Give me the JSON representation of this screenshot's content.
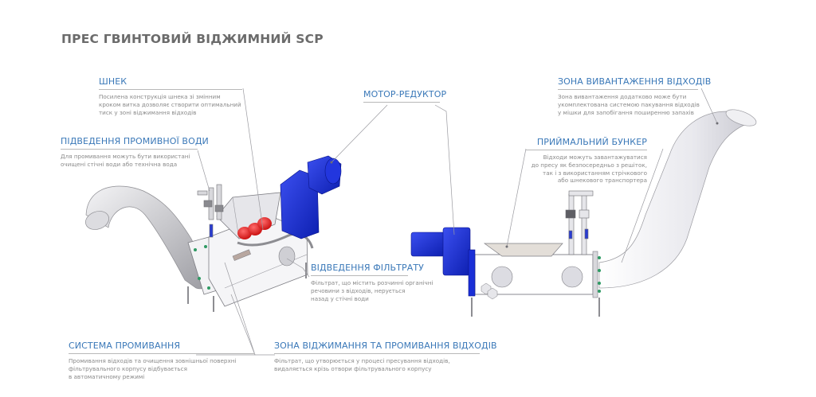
{
  "title": "ПРЕС ГВИНТОВИЙ ВІДЖИМНИЙ SCP",
  "colors": {
    "heading": "#3a78b8",
    "title": "#6b6b6b",
    "body_text": "#8a8a8a",
    "leader_line": "#9a9a9a",
    "motor": "#1a2fd6",
    "screw": "#e01818",
    "steel": "#d9d9dc"
  },
  "callouts": {
    "shnek": {
      "heading": "ШНЕК",
      "lines": [
        "Посилена конструкція шнека зі змінним",
        "кроком витка дозволяє створити оптимальний",
        "тиск у зоні віджимання відходів"
      ]
    },
    "water_supply": {
      "heading": "ПІДВЕДЕННЯ ПРОМИВНОЇ ВОДИ",
      "lines": [
        "Для промивання можуть бути використані",
        "очищені стічні води або технічна вода"
      ]
    },
    "motor": {
      "heading": "МОТОР-РЕДУКТОР"
    },
    "filtrate": {
      "heading": "ВІДВЕДЕННЯ ФІЛЬТРАТУ",
      "lines": [
        "Фільтрат, що містить розчинні органічні",
        "речовини з відходів, нерується",
        "назад у стічні води"
      ]
    },
    "washing_system": {
      "heading": "СИСТЕМА ПРОМИВАННЯ",
      "lines": [
        "Промивання відходів та очищення зовнішньої поверхні",
        "фільтрувального корпусу відбувається",
        "в автоматичному режимі"
      ]
    },
    "press_zone": {
      "heading": "ЗОНА ВІДЖИМАННЯ ТА ПРОМИВАННЯ ВІДХОДІВ",
      "lines": [
        "Фільтрат, що утворюється у процесі пресування відходів,",
        "видаляється крізь отвори фільтрувального корпусу"
      ]
    },
    "unloading_zone": {
      "heading": "ЗОНА ВИВАНТАЖЕННЯ ВІДХОДІВ",
      "lines": [
        "Зона вивантаження додатково може бути",
        "укомплектована системою пакування відходів",
        "у мішки для запобігання поширенню запахів"
      ]
    },
    "hopper": {
      "heading": "ПРИЙМАЛЬНИЙ БУНКЕР",
      "lines": [
        "Відходи можуть завантажуватися",
        "до пресу як безпосередньо з решіток,",
        "так і з використанням стрічкового",
        "або шнекового транспортера"
      ]
    }
  }
}
